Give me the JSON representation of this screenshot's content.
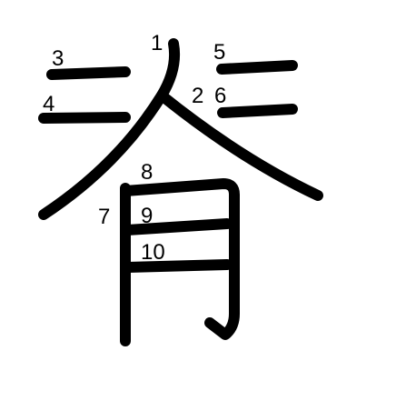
{
  "character": "脊",
  "stroke_color": "#000000",
  "background": "#ffffff",
  "strokes": [
    {
      "order": "1",
      "label": "1"
    },
    {
      "order": "2",
      "label": "2"
    },
    {
      "order": "3",
      "label": "3"
    },
    {
      "order": "4",
      "label": "4"
    },
    {
      "order": "5",
      "label": "5"
    },
    {
      "order": "6",
      "label": "6"
    },
    {
      "order": "7",
      "label": "7"
    },
    {
      "order": "8",
      "label": "8"
    },
    {
      "order": "9",
      "label": "9"
    },
    {
      "order": "10",
      "label": "10"
    }
  ]
}
